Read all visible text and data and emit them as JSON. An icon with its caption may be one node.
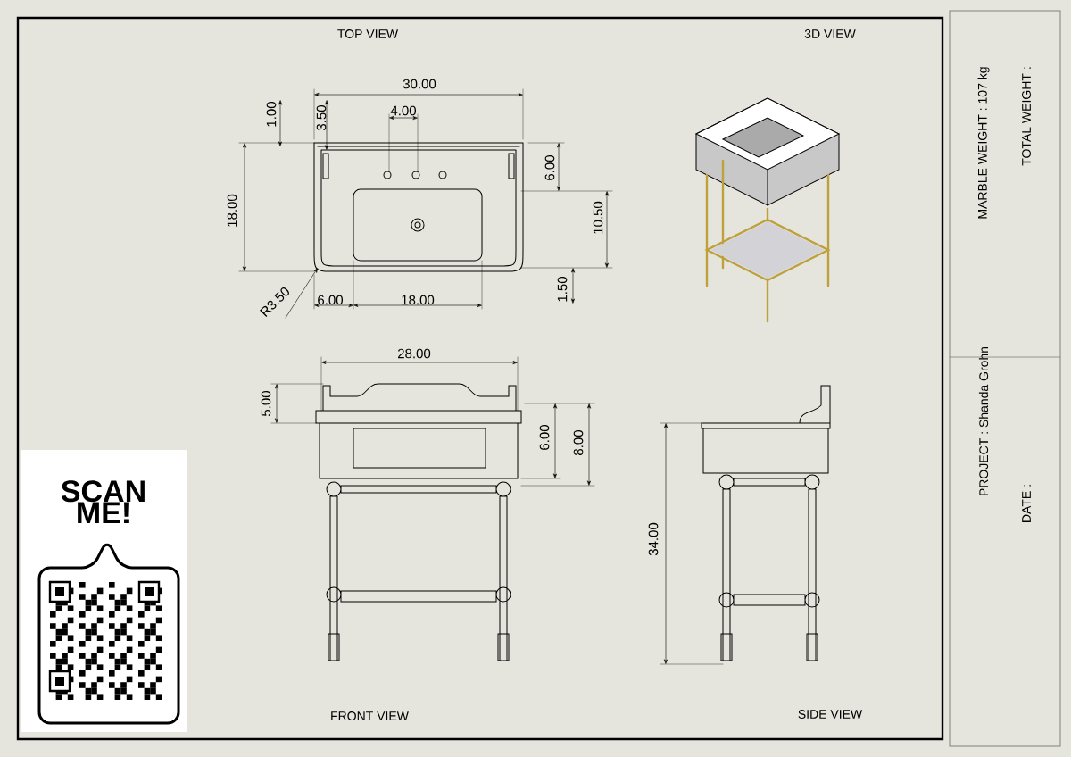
{
  "diagram": {
    "labels": [
      "TOP VIEW",
      "3D VIEW",
      "30.00",
      "1.00",
      "3.50",
      "4.00",
      "6.00",
      "18.00",
      "10.50",
      "R3.50",
      "6.00",
      "18.00",
      "1.50",
      "MARBLE WEIGHT : 107 kg",
      "TOTAL WEIGHT :",
      "28.00",
      "5.00",
      "6.00",
      "8.00",
      "34.00",
      "SCAN ME!",
      "PROJECT : Shanda Grohn",
      "DATE :",
      "FRONT VIEW",
      "SIDE VIEW"
    ]
  }
}
